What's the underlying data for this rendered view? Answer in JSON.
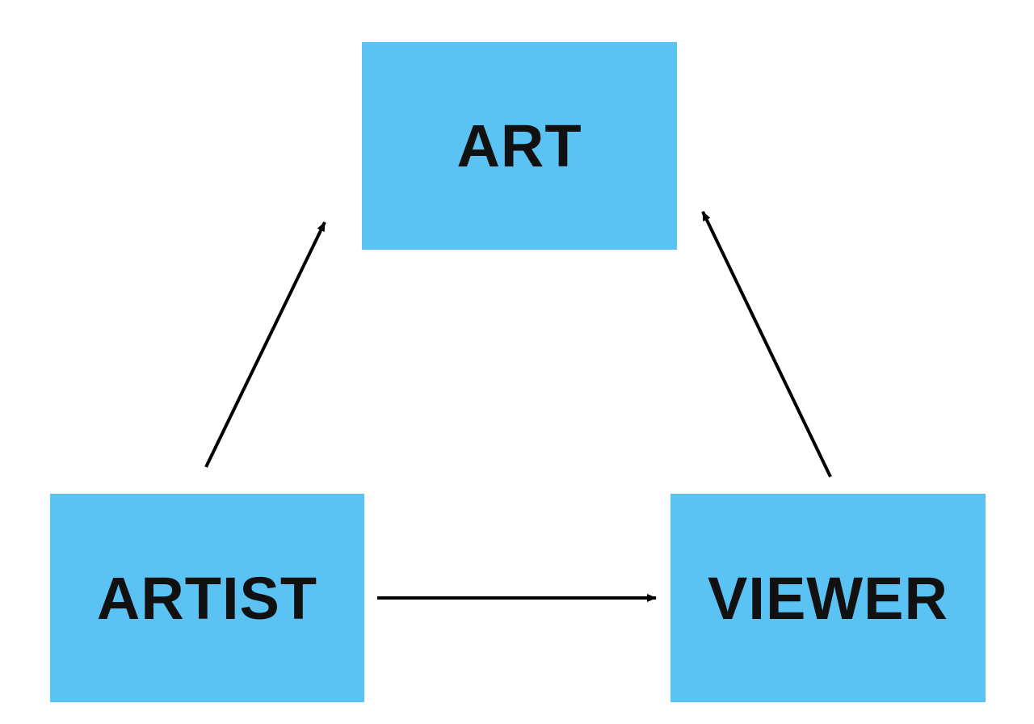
{
  "diagram": {
    "colors": {
      "box_fill": "#5bc3f3",
      "arrow": "#000000",
      "background": "#ffffff",
      "text": "#111111"
    },
    "nodes": {
      "art": {
        "label": "ART"
      },
      "artist": {
        "label": "ARTIST"
      },
      "viewer": {
        "label": "VIEWER"
      }
    },
    "edges": [
      {
        "from": "artist",
        "to": "art"
      },
      {
        "from": "artist",
        "to": "viewer"
      },
      {
        "from": "viewer",
        "to": "art"
      }
    ]
  }
}
